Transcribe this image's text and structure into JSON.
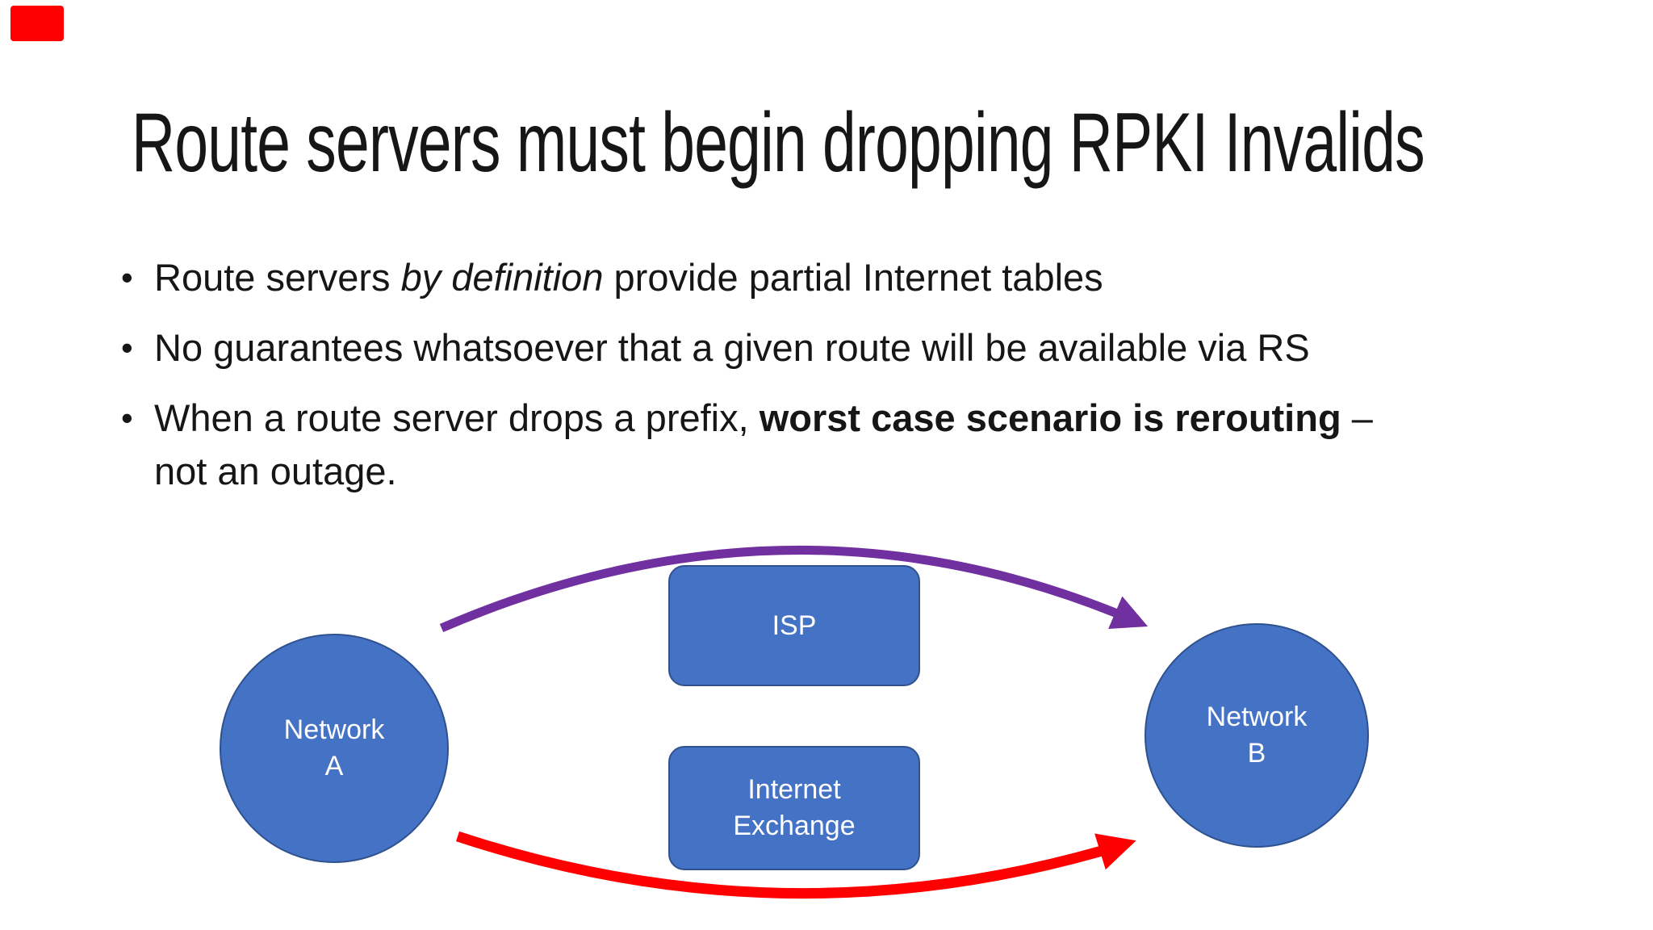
{
  "slide": {
    "title": "Route servers must begin dropping RPKI Invalids",
    "bullet_char": "•",
    "bullets": [
      {
        "segments": [
          {
            "t": "Route servers ",
            "s": "n"
          },
          {
            "t": "by definition",
            "s": "i"
          },
          {
            "t": " provide partial Internet tables",
            "s": "n"
          }
        ]
      },
      {
        "segments": [
          {
            "t": "No guarantees whatsoever that a given route will be available via RS",
            "s": "n"
          }
        ]
      },
      {
        "segments": [
          {
            "t": "When a route server drops a prefix, ",
            "s": "n"
          },
          {
            "t": "worst case scenario is rerouting",
            "s": "b"
          },
          {
            "t": " –",
            "s": "n"
          },
          {
            "br": true
          },
          {
            "t": "not an outage.",
            "s": "n"
          }
        ]
      }
    ]
  },
  "diagram": {
    "network_a": {
      "label_line1": "Network",
      "label_line2": "A"
    },
    "network_b": {
      "label_line1": "Network",
      "label_line2": "B"
    },
    "isp_box": {
      "label": "ISP"
    },
    "ix_box": {
      "label_line1": "Internet",
      "label_line2": "Exchange"
    },
    "colors": {
      "shape_fill": "#4472C4",
      "shape_border": "#2F528F",
      "shape_label": "#FFFFFF",
      "isp_arrow": "#7030A0",
      "ix_arrow": "#FF0000",
      "body_text": "#161616"
    }
  },
  "indicator": {
    "color": "#FF0000"
  }
}
